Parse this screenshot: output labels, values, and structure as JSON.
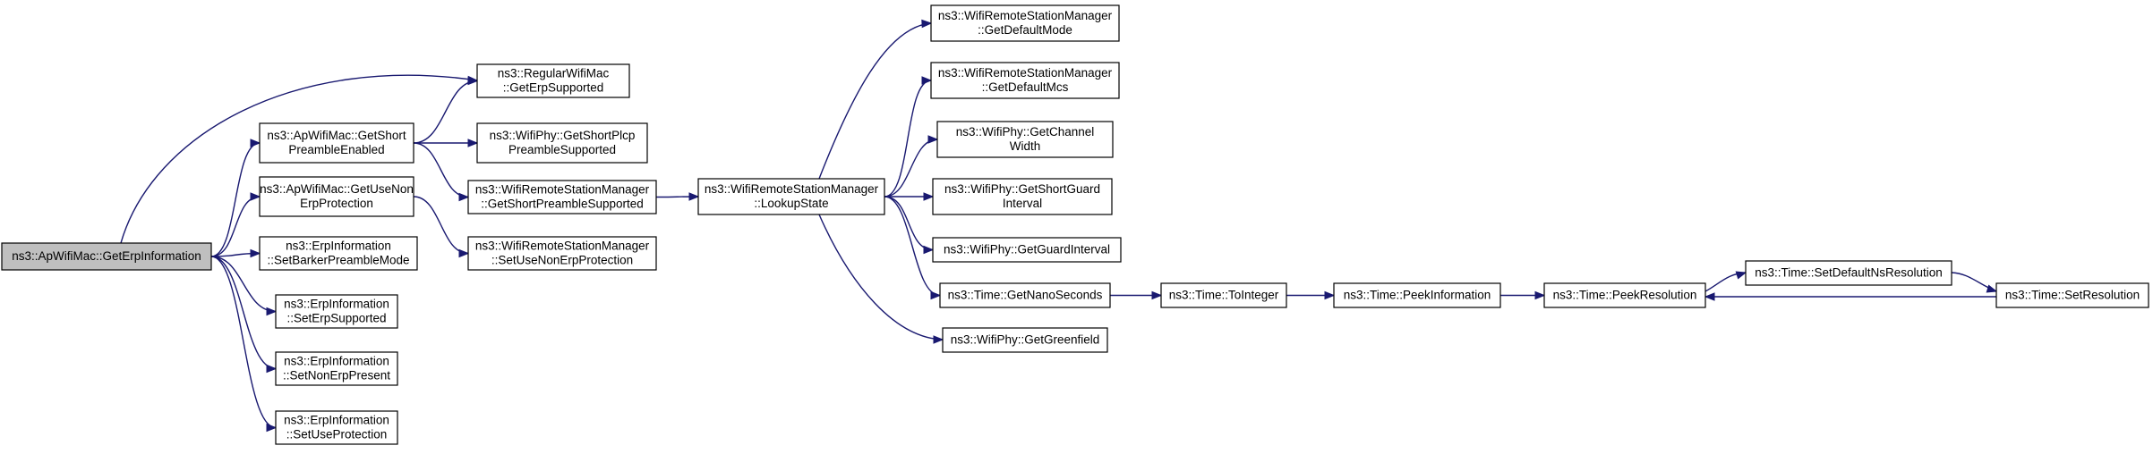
{
  "diagram": {
    "nodes": [
      {
        "id": "root",
        "lines": [
          "ns3::ApWifiMac::GetErpInformation"
        ],
        "root": true
      },
      {
        "id": "regMac",
        "lines": [
          "ns3::RegularWifiMac",
          "::GetErpSupported"
        ]
      },
      {
        "id": "apShort",
        "lines": [
          "ns3::ApWifiMac::GetShort",
          "PreambleEnabled"
        ]
      },
      {
        "id": "phyShortPlcp",
        "lines": [
          "ns3::WifiPhy::GetShortPlcp",
          "PreambleSupported"
        ]
      },
      {
        "id": "rsmShortPre",
        "lines": [
          "ns3::WifiRemoteStationManager",
          "::GetShortPreambleSupported"
        ]
      },
      {
        "id": "apUseNon",
        "lines": [
          "ns3::ApWifiMac::GetUseNon",
          "ErpProtection"
        ]
      },
      {
        "id": "rsmSetUseNon",
        "lines": [
          "ns3::WifiRemoteStationManager",
          "::SetUseNonErpProtection"
        ]
      },
      {
        "id": "erpBarker",
        "lines": [
          "ns3::ErpInformation",
          "::SetBarkerPreambleMode"
        ]
      },
      {
        "id": "erpSupported",
        "lines": [
          "ns3::ErpInformation",
          "::SetErpSupported"
        ]
      },
      {
        "id": "erpNonPresent",
        "lines": [
          "ns3::ErpInformation",
          "::SetNonErpPresent"
        ]
      },
      {
        "id": "erpUseProt",
        "lines": [
          "ns3::ErpInformation",
          "::SetUseProtection"
        ]
      },
      {
        "id": "lookup",
        "lines": [
          "ns3::WifiRemoteStationManager",
          "::LookupState"
        ]
      },
      {
        "id": "defMode",
        "lines": [
          "ns3::WifiRemoteStationManager",
          "::GetDefaultMode"
        ]
      },
      {
        "id": "defMcs",
        "lines": [
          "ns3::WifiRemoteStationManager",
          "::GetDefaultMcs"
        ]
      },
      {
        "id": "chWidth",
        "lines": [
          "ns3::WifiPhy::GetChannel",
          "Width"
        ]
      },
      {
        "id": "shortGuard",
        "lines": [
          "ns3::WifiPhy::GetShortGuard",
          "Interval"
        ]
      },
      {
        "id": "guardInt",
        "lines": [
          "ns3::WifiPhy::GetGuardInterval"
        ]
      },
      {
        "id": "nanoSec",
        "lines": [
          "ns3::Time::GetNanoSeconds"
        ]
      },
      {
        "id": "greenfield",
        "lines": [
          "ns3::WifiPhy::GetGreenfield"
        ]
      },
      {
        "id": "toInteger",
        "lines": [
          "ns3::Time::ToInteger"
        ]
      },
      {
        "id": "peekInfo",
        "lines": [
          "ns3::Time::PeekInformation"
        ]
      },
      {
        "id": "peekRes",
        "lines": [
          "ns3::Time::PeekResolution"
        ]
      },
      {
        "id": "setDefNs",
        "lines": [
          "ns3::Time::SetDefaultNsResolution"
        ]
      },
      {
        "id": "setRes",
        "lines": [
          "ns3::Time::SetResolution"
        ]
      }
    ],
    "edges": [
      {
        "from": "root",
        "to": "regMac"
      },
      {
        "from": "root",
        "to": "apShort"
      },
      {
        "from": "root",
        "to": "apUseNon"
      },
      {
        "from": "root",
        "to": "erpBarker"
      },
      {
        "from": "root",
        "to": "erpSupported"
      },
      {
        "from": "root",
        "to": "erpNonPresent"
      },
      {
        "from": "root",
        "to": "erpUseProt"
      },
      {
        "from": "apShort",
        "to": "regMac"
      },
      {
        "from": "apShort",
        "to": "phyShortPlcp"
      },
      {
        "from": "apShort",
        "to": "rsmShortPre"
      },
      {
        "from": "apUseNon",
        "to": "rsmSetUseNon"
      },
      {
        "from": "rsmShortPre",
        "to": "lookup"
      },
      {
        "from": "lookup",
        "to": "defMode"
      },
      {
        "from": "lookup",
        "to": "defMcs"
      },
      {
        "from": "lookup",
        "to": "chWidth"
      },
      {
        "from": "lookup",
        "to": "shortGuard"
      },
      {
        "from": "lookup",
        "to": "guardInt"
      },
      {
        "from": "lookup",
        "to": "nanoSec"
      },
      {
        "from": "lookup",
        "to": "greenfield"
      },
      {
        "from": "nanoSec",
        "to": "toInteger"
      },
      {
        "from": "toInteger",
        "to": "peekInfo"
      },
      {
        "from": "peekInfo",
        "to": "peekRes"
      },
      {
        "from": "peekRes",
        "to": "setDefNs"
      },
      {
        "from": "setDefNs",
        "to": "setRes"
      },
      {
        "from": "setRes",
        "to": "peekRes"
      }
    ]
  }
}
